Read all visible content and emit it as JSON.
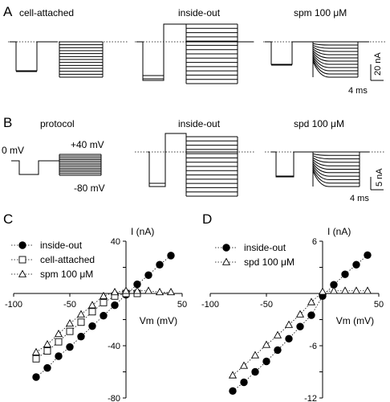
{
  "panels": {
    "A": {
      "letter": "A",
      "titles": [
        "cell-attached",
        "inside-out",
        "spm 100 μM"
      ],
      "scale_y": "20 nA",
      "scale_x": "4 ms"
    },
    "B": {
      "letter": "B",
      "titles": [
        "protocol",
        "inside-out",
        "spd 100 μM"
      ],
      "protocol_labels": [
        "0 mV",
        "+40 mV",
        "-80 mV"
      ],
      "scale_y": "5 nA",
      "scale_x": "4 ms"
    }
  },
  "chart_data": [
    {
      "panel": "C",
      "type": "scatter",
      "xlabel": "Vm (mV)",
      "ylabel": "I (nA)",
      "xlim": [
        -100,
        50
      ],
      "ylim": [
        -80,
        40
      ],
      "xticks": [
        "-100",
        "-50",
        "50"
      ],
      "yticks": [
        "40",
        "-40",
        "-80"
      ],
      "legend_position": "top-left",
      "series": [
        {
          "name": "inside-out",
          "marker": "filled-circle",
          "x": [
            -80,
            -70,
            -60,
            -50,
            -40,
            -30,
            -20,
            -10,
            0,
            10,
            20,
            30,
            40
          ],
          "y": [
            -64,
            -57,
            -48,
            -41,
            -33,
            -25,
            -17,
            -9,
            -1,
            7,
            14,
            22,
            29
          ]
        },
        {
          "name": "cell-attached",
          "marker": "open-square",
          "x": [
            -80,
            -70,
            -60,
            -50,
            -40,
            -30,
            -20,
            -10,
            0,
            10
          ],
          "y": [
            -50,
            -44,
            -37,
            -29,
            -22,
            -14,
            -7,
            -2,
            0,
            0
          ]
        },
        {
          "name": "spm 100 μM",
          "marker": "open-triangle",
          "x": [
            -80,
            -70,
            -60,
            -50,
            -40,
            -30,
            -20,
            -10,
            0,
            10,
            20,
            30,
            40
          ],
          "y": [
            -45,
            -39,
            -31,
            -23,
            -16,
            -9,
            -2,
            1,
            2,
            2,
            2,
            1,
            1
          ]
        }
      ]
    },
    {
      "panel": "D",
      "type": "scatter",
      "xlabel": "Vm (mV)",
      "ylabel": "I (nA)",
      "xlim": [
        -100,
        50
      ],
      "ylim": [
        -12,
        6
      ],
      "xticks": [
        "-100",
        "-50",
        "50"
      ],
      "yticks": [
        "6",
        "-6",
        "-12"
      ],
      "legend_position": "top-left",
      "series": [
        {
          "name": "inside-out",
          "marker": "filled-circle",
          "x": [
            -80,
            -70,
            -60,
            -50,
            -40,
            -30,
            -20,
            -10,
            0,
            10,
            20,
            30,
            40
          ],
          "y": [
            -11.2,
            -10.2,
            -9.0,
            -7.8,
            -6.5,
            -5.2,
            -3.8,
            -2.5,
            -0.3,
            1.0,
            2.2,
            3.3,
            4.4
          ]
        },
        {
          "name": "spd 100 μM",
          "marker": "open-triangle",
          "x": [
            -80,
            -70,
            -60,
            -50,
            -40,
            -30,
            -20,
            -10,
            0,
            10,
            20,
            30,
            40
          ],
          "y": [
            -9.4,
            -8.3,
            -7.1,
            -5.9,
            -4.8,
            -3.6,
            -2.4,
            -1.0,
            0.2,
            0.3,
            0.3,
            0.3,
            0.3
          ]
        }
      ]
    }
  ]
}
